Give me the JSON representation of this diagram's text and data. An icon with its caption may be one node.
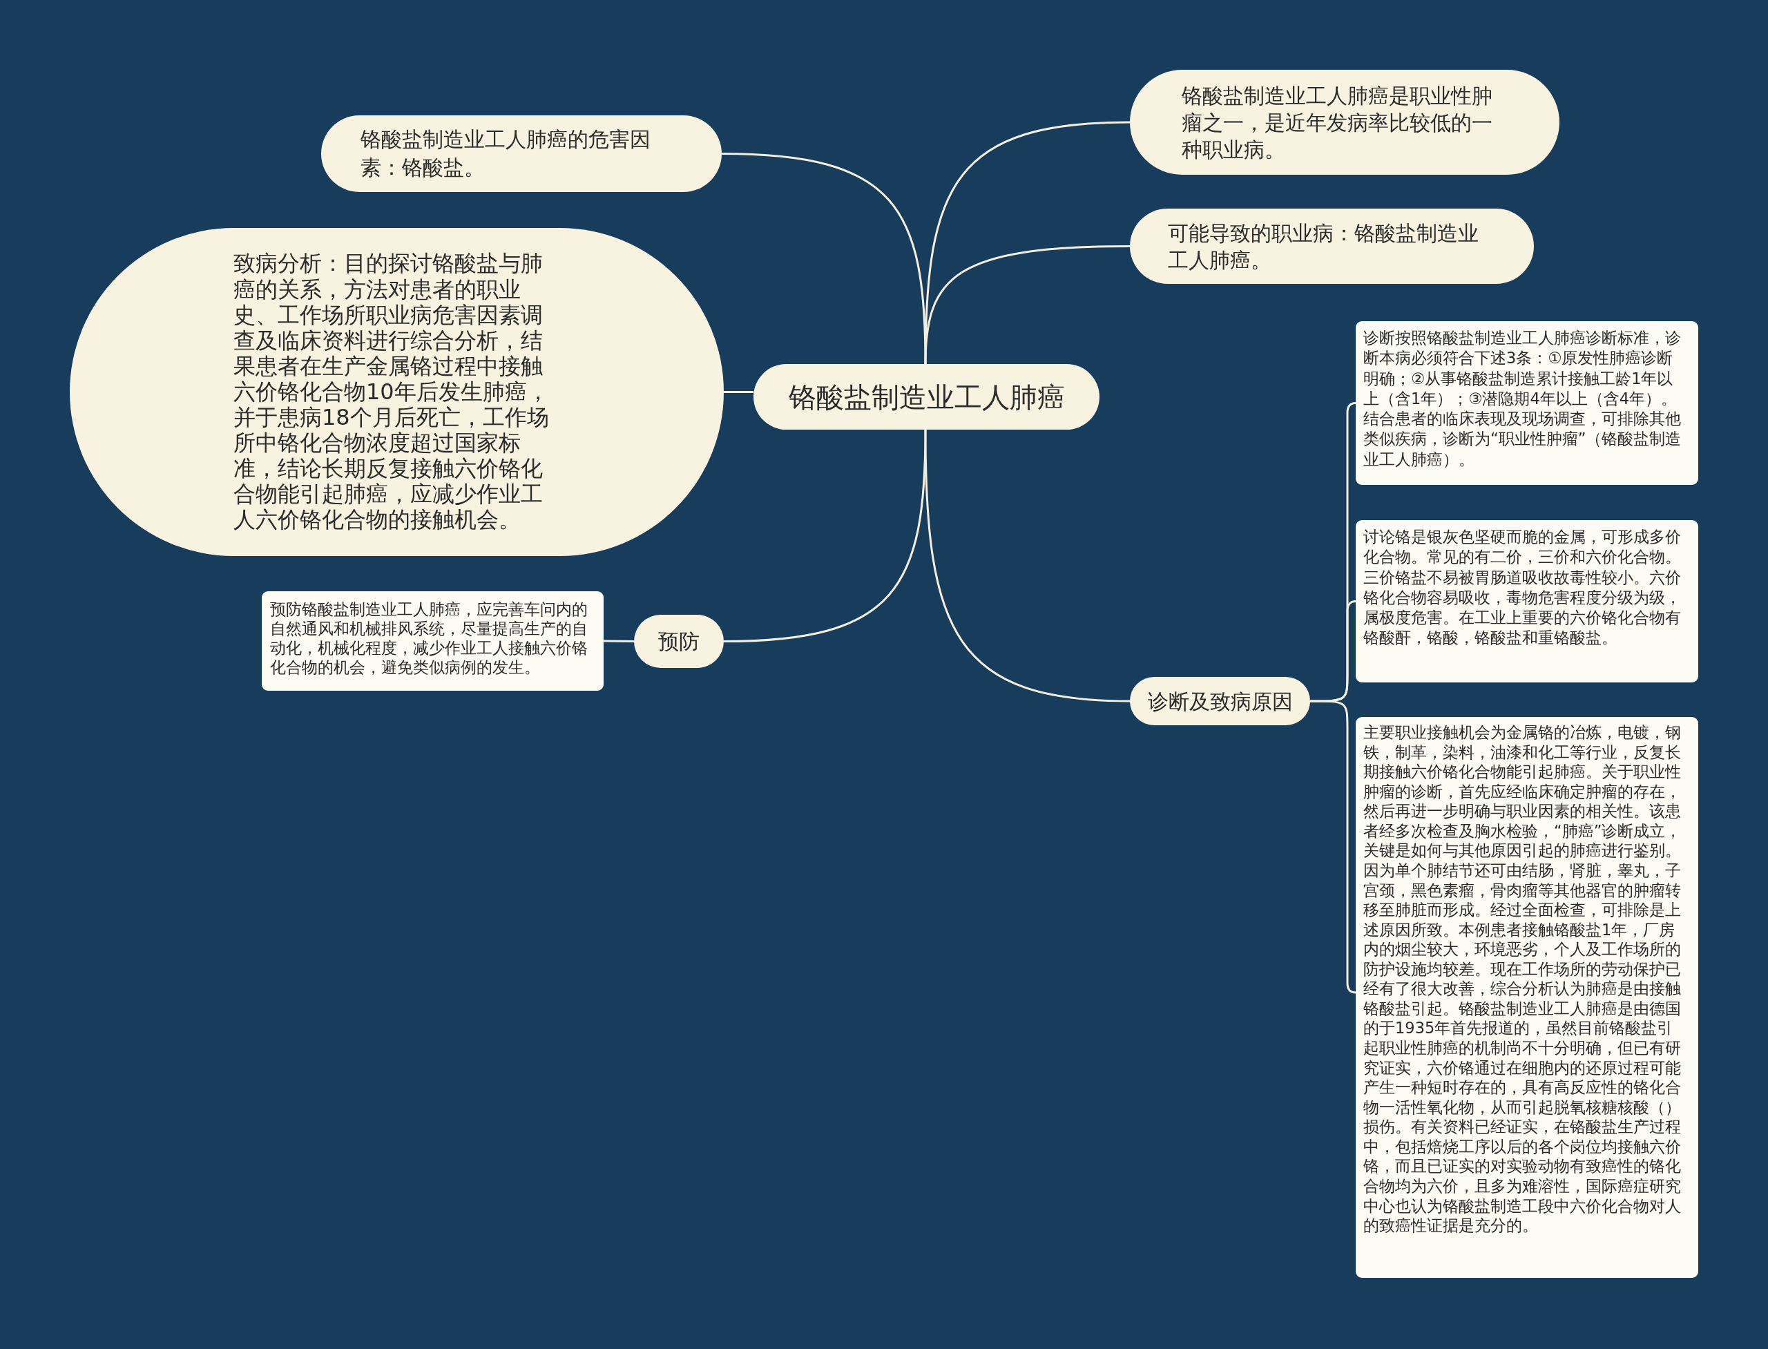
{
  "diagram": {
    "nodes": [
      {
        "text": [
          "铬酸盐制造业工人肺癌"
        ]
      },
      {
        "text": [
          "铬酸盐制造业工人肺癌的危害因素：铬酸盐。"
        ]
      },
      {
        "text": [
          "致病分析：目的探讨铬酸盐与肺癌的关系，方法对患者的职业史、工作场所职业病危害因素调查及临床资料进行综合分析，结果患者在生产金属铬过程中接触六价铬化合物10年后发生肺癌，并于患病18个月后死亡，工作场所中铬化合物浓度超过国家标准，结论长期反复接触六价铬化合物能引起肺癌，应减少作业工人六价铬化合物的接触机会。"
        ]
      },
      {
        "text": [
          "预防"
        ]
      },
      {
        "text": [
          "预防铬酸盐制造业工人肺癌，应完善车问内的自然通风和机械排风系统，尽量提高生产的自动化，机械化程度，减少作业工人接触六价铬化合物的机会，避免类似病例的发生。"
        ]
      },
      {
        "text": [
          "铬酸盐制造业工人肺癌是职业性肿瘤之一，是近年发病率比较低的一种职业病。"
        ]
      },
      {
        "text": [
          "可能导致的职业病：铬酸盐制造业工人肺癌。"
        ]
      },
      {
        "text": [
          "诊断及致病原因"
        ]
      },
      {
        "text": [
          "诊断按照铬酸盐制造业工人肺癌诊断标准，诊断本病必须符合下述3条：①原发性肺癌诊断明确；②从事铬酸盐制造累计接触工龄1年以上（含1年）；③潜隐期4年以上（含4年）。结合患者的临床表现及现场调查，可排除其他类似疾病，诊断为“职业性肿瘤”（铬酸盐制造业工人肺癌）。"
        ]
      },
      {
        "text": [
          "讨论铬是银灰色坚硬而脆的金属，可形成多价化合物。常见的有二价，三价和六价化合物。三价铬盐不易被胃肠道吸收故毒性较小。六价铬化合物容易吸收，毒物危害程度分级为级，属极度危害。在工业上重要的六价铬化合物有铬酸酐，铬酸，铬酸盐和重铬酸盐。"
        ]
      },
      {
        "text": [
          "主要职业接触机会为金属铬的冶炼，电镀，钢铁，制革，染料，油漆和化工等行业，反复长期接触六价铬化合物能引起肺癌。关于职业性肿瘤的诊断，首先应经临床确定肿瘤的存在，然后再进一步明确与职业因素的相关性。该患者经多次检查及胸水检验，“肺癌”诊断成立，关键是如何与其他原因引起的肺癌进行鉴别。因为单个肺结节还可由结肠，肾脏，睾丸，子宫颈，黑色素瘤，骨肉瘤等其他器官的肿瘤转移至肺脏而形成。经过全面检查，可排除是上述原因所致。本例患者接触铬酸盐1年，厂房内的烟尘较大，环境恶劣，个人及工作场所的防护设施均较差。现在工作场所的劳动保护已经有了很大改善，综合分析认为肺癌是由接触铬酸盐引起。铬酸盐制造业工人肺癌是由德国的于1935年首先报道的，虽然目前铬酸盐引起职业性肺癌的机制尚不十分明确，但已有研究证实，六价铬通过在细胞内的还原过程可能产生一种短时存在的，具有高反应性的铬化合物一活性氧化物，从而引起脱氧核糖核酸（）损伤。有关资料已经证实，在铬酸盐生产过程中，包括焙烧工序以后的各个岗位均接触六价铬，而且已证实的对实验动物有致癌性的铬化合物均为六价，且多为难溶性，国际癌症研究中心也认为铬酸盐制造工段中六价化合物对人的致癌性证据是充分的。"
        ]
      }
    ],
    "edges": [
      {
        "from": 0,
        "to": 1,
        "arrow": "none"
      },
      {
        "from": 0,
        "to": 2,
        "arrow": "none"
      },
      {
        "from": 0,
        "to": 3,
        "arrow": "none"
      },
      {
        "from": 3,
        "to": 4,
        "arrow": "none"
      },
      {
        "from": 0,
        "to": 5,
        "arrow": "none"
      },
      {
        "from": 0,
        "to": 6,
        "arrow": "none"
      },
      {
        "from": 0,
        "to": 7,
        "arrow": "none"
      },
      {
        "from": 7,
        "to": 8,
        "arrow": "none"
      },
      {
        "from": 7,
        "to": 9,
        "arrow": "none"
      },
      {
        "from": 7,
        "to": 10,
        "arrow": "none"
      }
    ]
  }
}
